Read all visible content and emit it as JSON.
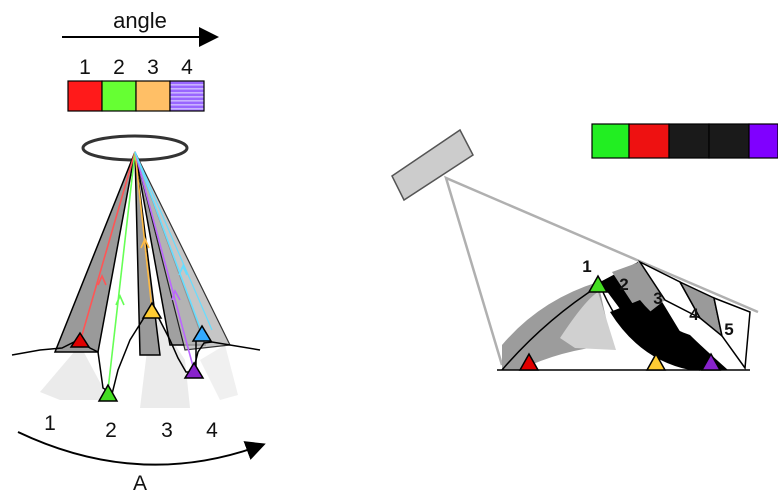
{
  "left": {
    "axis_label": "angle",
    "legend_labels": [
      "1",
      "2",
      "3",
      "4"
    ],
    "legend_colors": [
      "#ff1a1a",
      "#66ff33",
      "#ffbf66",
      "#9966ff"
    ],
    "bottom_labels": [
      "1",
      "2",
      "3",
      "4"
    ],
    "arc_label": "A"
  },
  "right": {
    "bar_colors": [
      "#22ee22",
      "#ee1111",
      "#1a1a1a",
      "#1a1a1a",
      "#8000ff"
    ],
    "segment_labels": [
      "1",
      "2",
      "3",
      "4",
      "5"
    ]
  },
  "colors": {
    "red": "#e00000",
    "green": "#44dd22",
    "yellow": "#ffcc33",
    "blue": "#33aaff",
    "purple": "#8822cc",
    "gray": "#999999",
    "light_gray": "#e6e6e6",
    "dark": "#000000"
  }
}
